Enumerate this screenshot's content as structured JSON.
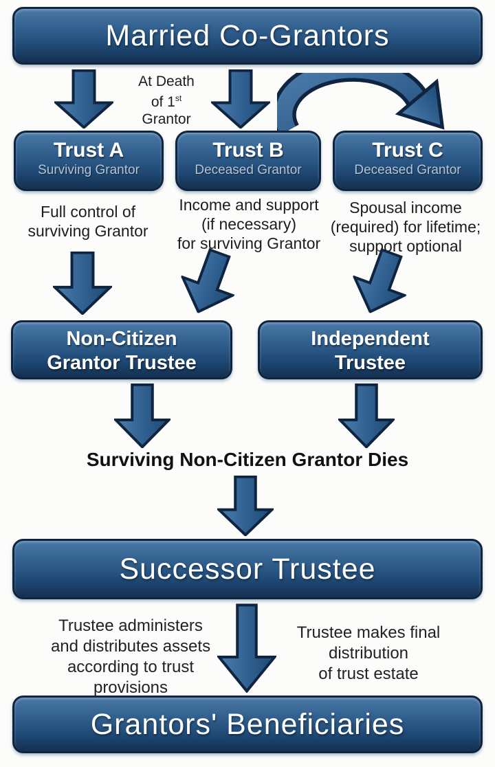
{
  "diagram_title": "Married co-grantors trust flowchart",
  "colors": {
    "box_border": "#0e2440",
    "box_gradient_top": "#4a79a6",
    "box_gradient_bottom": "#142f4f",
    "arrow_fill_light": "#4d7dab",
    "arrow_fill_dark": "#1e4a74",
    "subtitle_text": "#b5c4d4",
    "body_text": "#1d1d1d",
    "title_text": "#ffffff"
  },
  "nodes": {
    "married": {
      "title": "Married Co-Grantors"
    },
    "trust_a": {
      "title": "Trust A",
      "subtitle": "Surviving Grantor",
      "note": "Full control of\nsurviving Grantor"
    },
    "trust_b": {
      "title": "Trust B",
      "subtitle": "Deceased Grantor",
      "note": "Income and support\n(if necessary)\nfor surviving Grantor"
    },
    "trust_c": {
      "title": "Trust C",
      "subtitle": "Deceased Grantor",
      "note": "Spousal income\n(required) for lifetime;\nsupport optional"
    },
    "non_citizen": {
      "title": "Non-Citizen\nGrantor Trustee"
    },
    "independent": {
      "title": "Independent\nTrustee"
    },
    "successor": {
      "title": "Successor Trustee",
      "note_left": "Trustee administers\nand distributes assets\naccording to trust\nprovisions",
      "note_right": "Trustee makes final\ndistribution\nof trust estate"
    },
    "beneficiaries": {
      "title": "Grantors' Beneficiaries"
    }
  },
  "labels": {
    "at_death_line1": "At Death",
    "at_death_line2": "of 1",
    "at_death_sup": "st",
    "at_death_line3": "Grantor",
    "grantor_dies": "Surviving Non-Citizen Grantor Dies"
  }
}
